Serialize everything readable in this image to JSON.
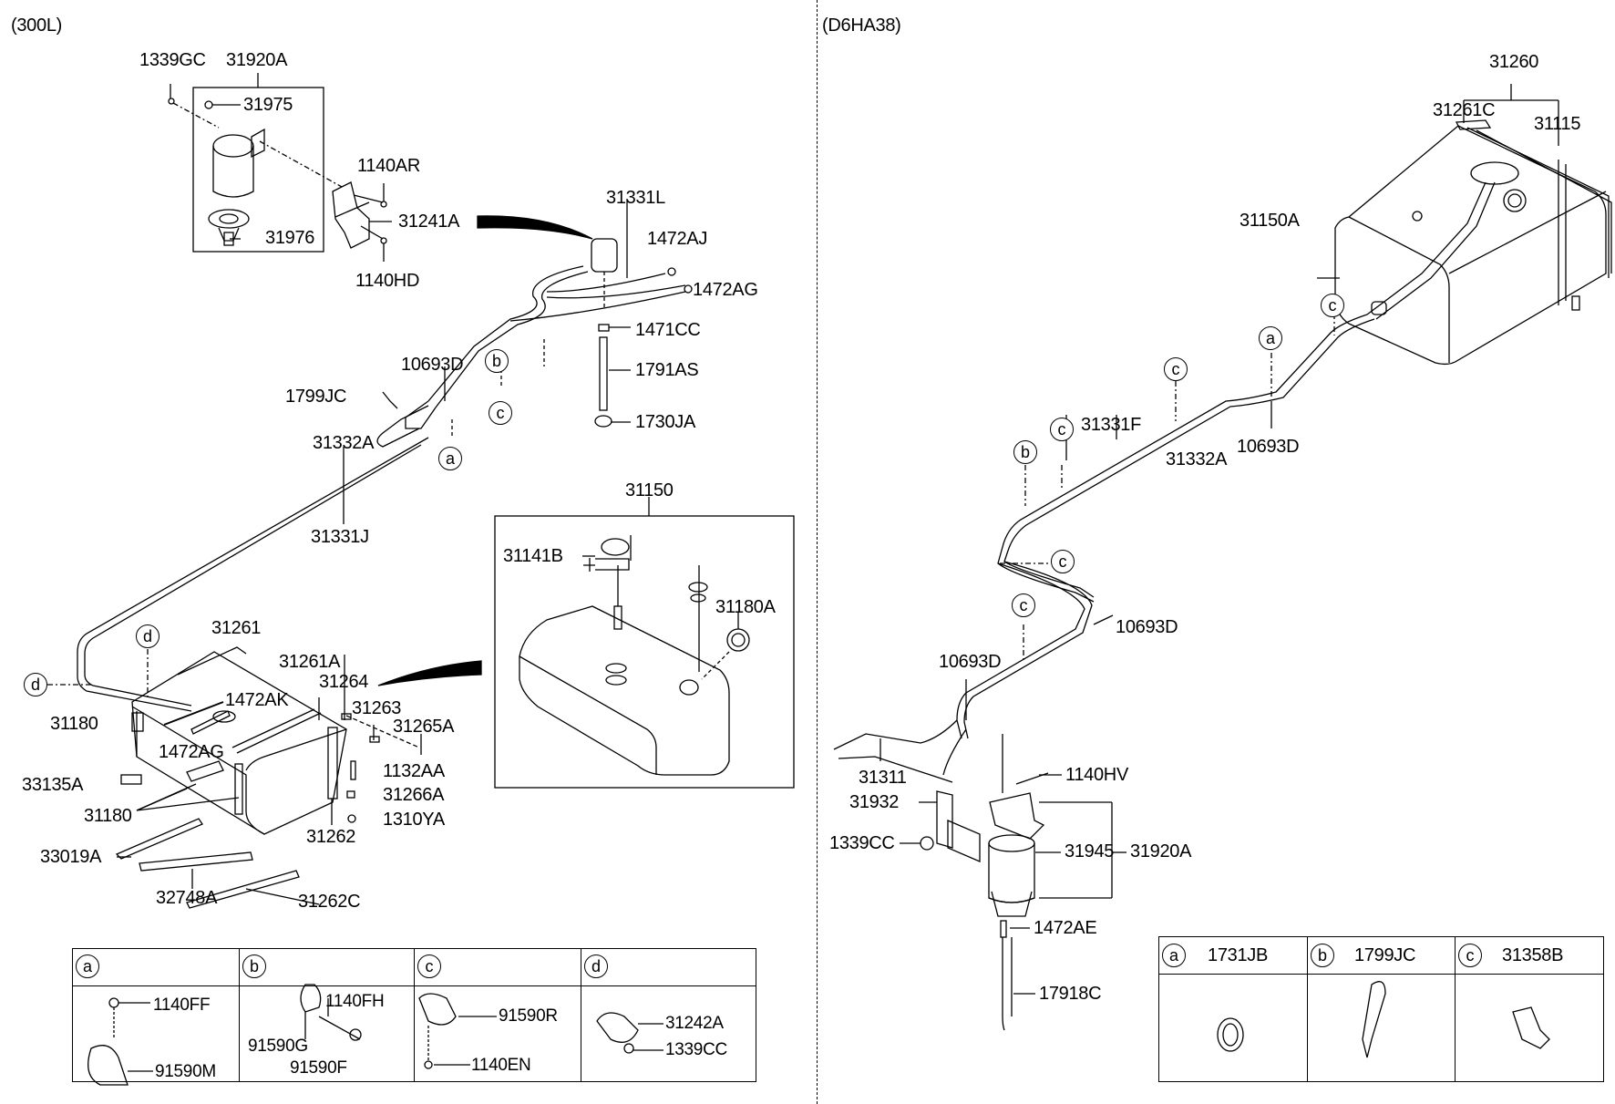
{
  "diagram": {
    "type": "exploded-parts-diagram",
    "subject": "Fuel tank and fuel line assembly",
    "left_panel": {
      "variant": "(300L)",
      "labels": {
        "l1339GC": "1339GC",
        "l31920A": "31920A",
        "l31975": "31975",
        "l31976": "31976",
        "l1140AR": "1140AR",
        "l31241A": "31241A",
        "l1140HD": "1140HD",
        "l31331L": "31331L",
        "l1472AJ": "1472AJ",
        "l1472AG_top": "1472AG",
        "l1471CC": "1471CC",
        "l1791AS": "1791AS",
        "l1730JA": "1730JA",
        "l10693D": "10693D",
        "l1799JC": "1799JC",
        "l31332A": "31332A",
        "l31331J": "31331J",
        "l31150": "31150",
        "l31141B": "31141B",
        "l31180A": "31180A",
        "l31261": "31261",
        "l31261A": "31261A",
        "l31264": "31264",
        "l31263": "31263",
        "l31265A": "31265A",
        "l1472AK": "1472AK",
        "l1472AG": "1472AG",
        "l31180_1": "31180",
        "l31180_2": "31180",
        "l33135A": "33135A",
        "l1132AA": "1132AA",
        "l31266A": "31266A",
        "l1310YA": "1310YA",
        "l31262": "31262",
        "l33019A": "33019A",
        "l32748A": "32748A",
        "l31262C": "31262C"
      },
      "callouts": {
        "a": "a",
        "b": "b",
        "c": "c",
        "d": "d"
      },
      "legend": [
        {
          "key": "a",
          "parts": [
            "1140FF",
            "91590M"
          ]
        },
        {
          "key": "b",
          "parts": [
            "1140FH",
            "91590G",
            "91590F"
          ]
        },
        {
          "key": "c",
          "parts": [
            "91590R",
            "1140EN"
          ]
        },
        {
          "key": "d",
          "parts": [
            "31242A",
            "1339CC"
          ]
        }
      ]
    },
    "right_panel": {
      "variant": "(D6HA38)",
      "labels": {
        "r31260": "31260",
        "r31261C": "31261C",
        "r31115": "31115",
        "r31150A": "31150A",
        "r31331F": "31331F",
        "r31332A": "31332A",
        "r10693D_1": "10693D",
        "r10693D_2": "10693D",
        "r10693D_3": "10693D",
        "r31311": "31311",
        "r31932": "31932",
        "r1339CC": "1339CC",
        "r1140HV": "1140HV",
        "r31945": "31945",
        "r31920A": "31920A",
        "r1472AE": "1472AE",
        "r17918C": "17918C"
      },
      "callouts": {
        "a": "a",
        "b": "b",
        "c": "c"
      },
      "legend": [
        {
          "key": "a",
          "part": "1731JB"
        },
        {
          "key": "b",
          "part": "1799JC"
        },
        {
          "key": "c",
          "part": "31358B"
        }
      ]
    }
  }
}
